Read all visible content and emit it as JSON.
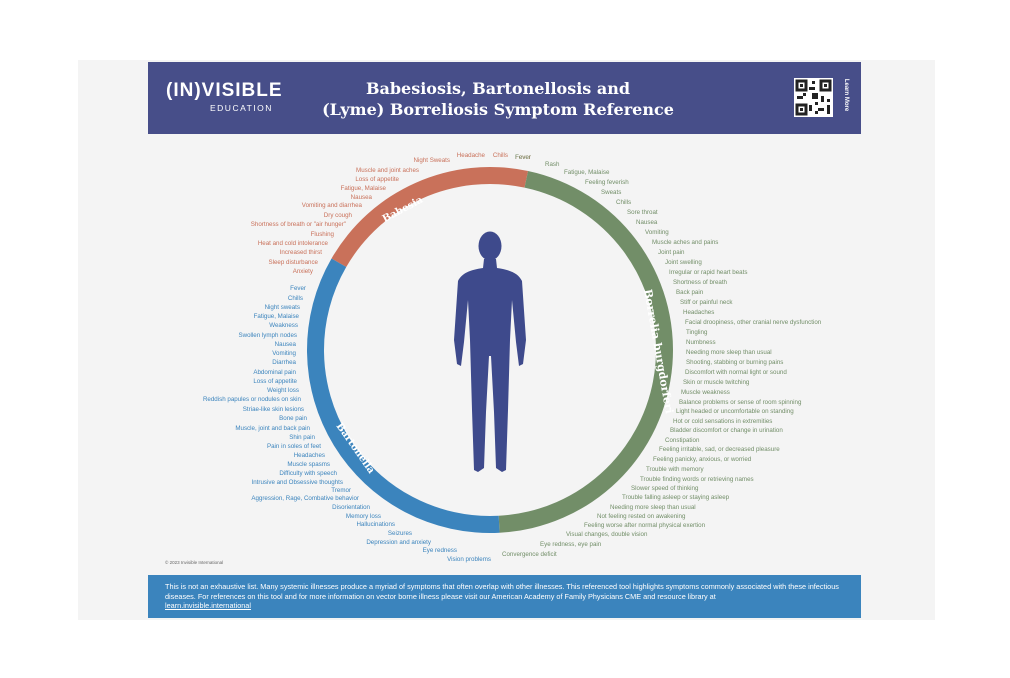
{
  "header": {
    "logo": "(IN)VISIBLE",
    "logo_sub": "EDUCATION",
    "title_line1": "Babesiosis, Bartonellosis and",
    "title_line2": "(Lyme) Borreliosis Symptom Reference",
    "learn_more": "Learn More"
  },
  "colors": {
    "babesia": "#c9715a",
    "borrelia": "#728e68",
    "bartonella": "#3b84bd",
    "figure": "#3e4a8c",
    "header": "#474e89"
  },
  "rings": {
    "babesia": "Babesia",
    "borrelia": "Borrelia burgdorferi",
    "bartonella": "Bartonella"
  },
  "figure_icon": "human-figure-icon",
  "babesia_symptoms": [
    "Night Sweats",
    "Headache",
    "Chills",
    "Fever",
    "Muscle and joint aches",
    "Loss of appetite",
    "Fatigue, Malaise",
    "Nausea",
    "Vomiting and diarrhea",
    "Dry cough",
    "Shortness of breath or \"air hunger\"",
    "Flushing",
    "Heat and cold intolerance",
    "Increased thirst",
    "Sleep disturbance",
    "Anxiety"
  ],
  "borrelia_symptoms": [
    "Fever",
    "Rash",
    "Fatigue, Malaise",
    "Feeling feverish",
    "Sweats",
    "Chills",
    "Sore throat",
    "Nausea",
    "Vomiting",
    "Muscle aches and pains",
    "Joint pain",
    "Joint swelling",
    "Irregular or rapid heart beats",
    "Shortness of breath",
    "Back pain",
    "Stiff or painful neck",
    "Headaches",
    "Facial droopiness, other cranial nerve dysfunction",
    "Tingling",
    "Numbness",
    "Needing more sleep than usual",
    "Shooting, stabbing or burning pains",
    "Discomfort with normal light or sound",
    "Skin or muscle twitching",
    "Muscle weakness",
    "Balance problems or sense of room spinning",
    "Light headed or uncomfortable on standing",
    "Hot or cold sensations in extremities",
    "Bladder discomfort or change in urination",
    "Constipation",
    "Feeling irritable, sad, or decreased pleasure",
    "Feeling panicky, anxious, or worried",
    "Trouble with memory",
    "Trouble finding words or retrieving names",
    "Slower speed of thinking",
    "Trouble falling asleep or staying asleep",
    "Needing more sleep than usual",
    "Not feeling rested on awakening",
    "Feeling worse after normal physical exertion",
    "Visual changes, double vision",
    "Eye redness, eye pain",
    "Convergence deficit"
  ],
  "bartonella_symptoms": [
    "Fever",
    "Chills",
    "Night sweats",
    "Fatigue, Malaise",
    "Weakness",
    "Swollen lymph nodes",
    "Nausea",
    "Vomiting",
    "Diarrhea",
    "Abdominal pain",
    "Loss of appetite",
    "Weight loss",
    "Reddish papules or nodules on skin",
    "Striae-like skin lesions",
    "Bone pain",
    "Muscle, joint and back pain",
    "Shin pain",
    "Pain in soles of feet",
    "Headaches",
    "Muscle spasms",
    "Difficulty with speech",
    "Intrusive and Obsessive thoughts",
    "Tremor",
    "Aggression, Rage, Combative behavior",
    "Disorientation",
    "Memory loss",
    "Hallucinations",
    "Seizures",
    "Depression and anxiety",
    "Eye redness",
    "Vision problems"
  ],
  "copyright": "© 2023 Invisible International",
  "footer": {
    "text": "This is not an exhaustive list. Many systemic illnesses produce a myriad of symptoms that often overlap with other illnesses. This referenced tool highlights symptoms commonly associated with these infectious diseases. For references on this tool and for more information on vector borne illness please visit our American Academy of Family Physicians CME and resource library at",
    "link": "learn.invisible.international"
  }
}
